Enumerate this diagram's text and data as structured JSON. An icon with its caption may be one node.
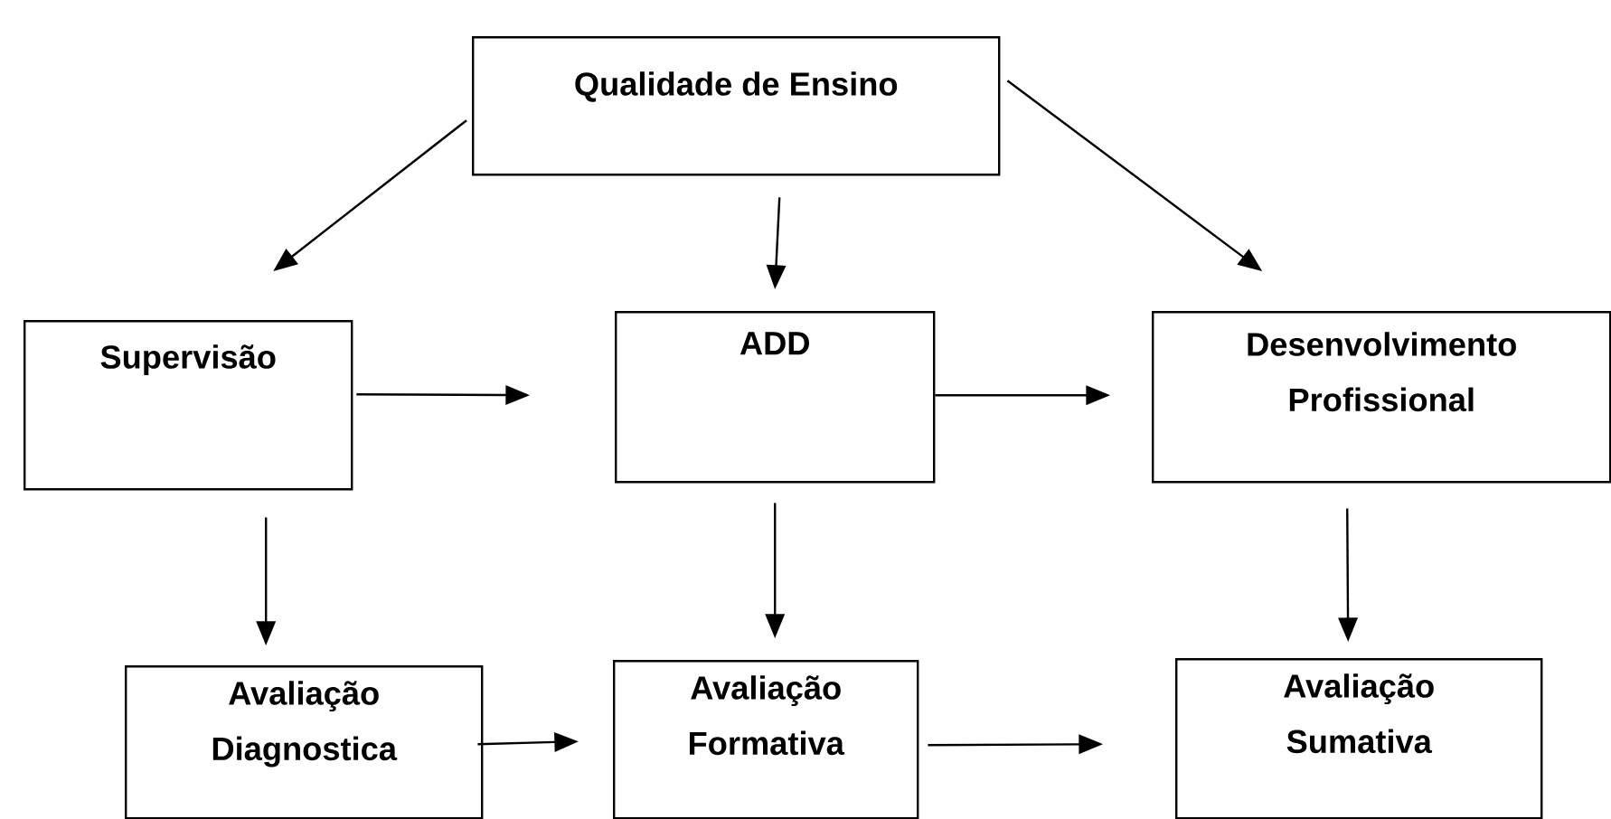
{
  "diagram": {
    "nodes": [
      {
        "text": [
          "Qualidade de Ensino"
        ]
      },
      {
        "text": [
          "Supervisão"
        ]
      },
      {
        "text": [
          "ADD"
        ]
      },
      {
        "text": [
          "Desenvolvimento Profissional"
        ]
      },
      {
        "text": [
          "Avaliação Diagnostica"
        ]
      },
      {
        "text": [
          "Avaliação Formativa"
        ]
      },
      {
        "text": [
          "Avaliação Sumativa"
        ]
      }
    ],
    "edges": [
      {
        "from": 0,
        "to": 1,
        "arrow": "to"
      },
      {
        "from": 0,
        "to": 2,
        "arrow": "to"
      },
      {
        "from": 0,
        "to": 3,
        "arrow": "to"
      },
      {
        "from": 1,
        "to": 2,
        "arrow": "to"
      },
      {
        "from": 2,
        "to": 3,
        "arrow": "to"
      },
      {
        "from": 1,
        "to": 4,
        "arrow": "to"
      },
      {
        "from": 2,
        "to": 5,
        "arrow": "to"
      },
      {
        "from": 3,
        "to": 6,
        "arrow": "to"
      },
      {
        "from": 4,
        "to": 5,
        "arrow": "to"
      },
      {
        "from": 5,
        "to": 6,
        "arrow": "to"
      }
    ]
  }
}
